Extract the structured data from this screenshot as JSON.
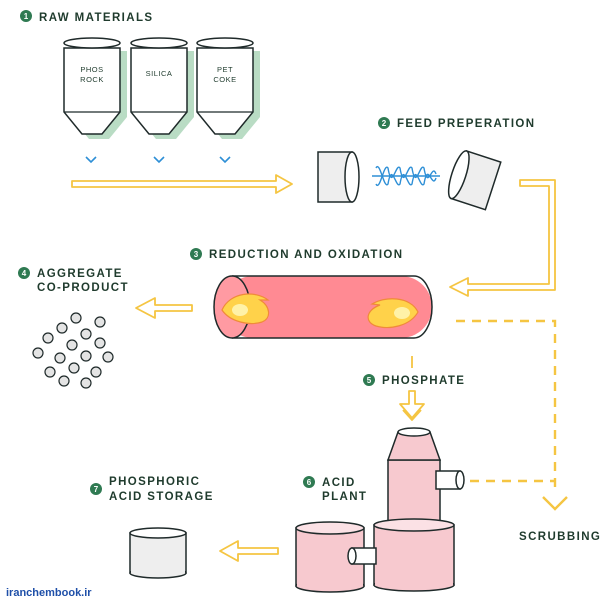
{
  "steps": [
    {
      "num": "1",
      "label": "RAW MATERIALS"
    },
    {
      "num": "2",
      "label": "FEED PREPERATION"
    },
    {
      "num": "3",
      "label": "REDUCTION AND OXIDATION"
    },
    {
      "num": "4",
      "label_lines": [
        "AGGREGATE",
        "CO-PRODUCT"
      ]
    },
    {
      "num": "5",
      "label": "PHOSPHATE"
    },
    {
      "num": "6",
      "label_lines": [
        "ACID",
        "PLANT"
      ]
    },
    {
      "num": "7",
      "label_lines": [
        "PHOSPHORIC",
        "ACID STORAGE"
      ]
    }
  ],
  "silos": [
    {
      "lines": [
        "PHOS",
        "ROCK"
      ]
    },
    {
      "lines": [
        "SILICA"
      ]
    },
    {
      "lines": [
        "PET",
        "COKE"
      ]
    }
  ],
  "scrubbing_label": "SCRUBBING",
  "watermark": "iranchembook.ir",
  "colors": {
    "arrow": "#f5c542",
    "outline": "#1f2a2a",
    "silo_fill": "#b9dcc4",
    "kiln_fill": "#ff8a93",
    "plant_fill": "#f7c9cf",
    "badge": "#2f7a52",
    "label": "#1f3b2d",
    "screw": "#2e8fd6",
    "chevron": "#2e8fd6"
  }
}
